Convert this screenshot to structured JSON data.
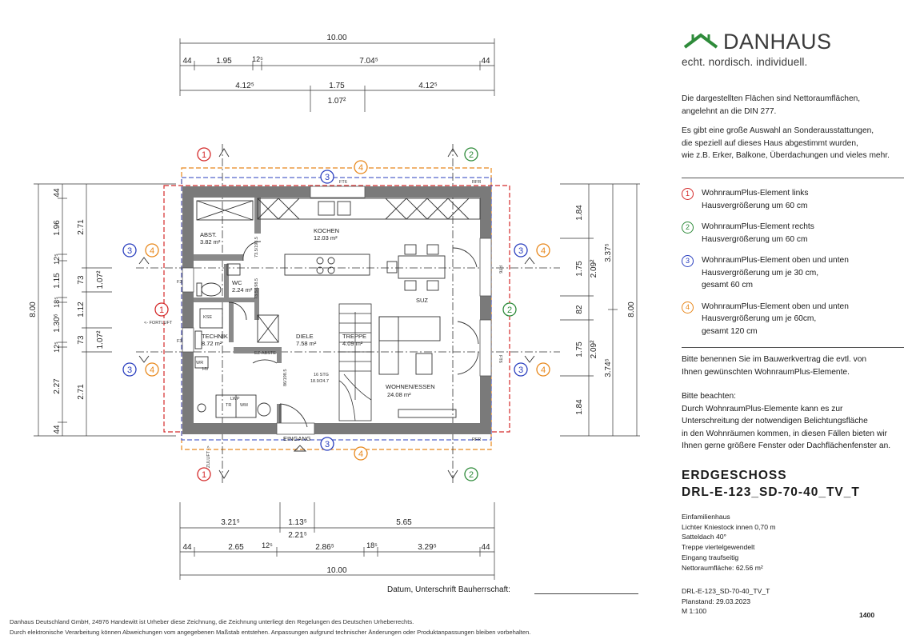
{
  "brand": {
    "name": "DANHAUS",
    "tagline": "echt. nordisch. individuell.",
    "green": "#2e8b3a"
  },
  "notes": {
    "area_note_1": "Die dargestellten Flächen sind Nettoraumflächen,",
    "area_note_2": "angelehnt an die DIN 277.",
    "options_1": "Es gibt eine große Auswahl an Sonderausstattungen,",
    "options_2": "die speziell auf dieses Haus abgestimmt wurden,",
    "options_3": "wie z.B. Erker, Balkone, Überdachungen und vieles mehr."
  },
  "legend": [
    {
      "num": "1",
      "color": "#d42a2a",
      "line1": "WohnraumPlus-Element links",
      "line2": "Hausvergrößerung um 60 cm",
      "line3": ""
    },
    {
      "num": "2",
      "color": "#2e8b3a",
      "line1": "WohnraumPlus-Element rechts",
      "line2": "Hausvergrößerung um 60 cm",
      "line3": ""
    },
    {
      "num": "3",
      "color": "#2a3fbf",
      "line1": "WohnraumPlus-Element oben und unten",
      "line2": "Hausvergrößerung um je 30 cm,",
      "line3": "gesamt 60 cm"
    },
    {
      "num": "4",
      "color": "#e8881c",
      "line1": "WohnraumPlus-Element oben und unten",
      "line2": "Hausvergrößerung um je 60cm,",
      "line3": "gesamt 120 cm"
    }
  ],
  "contract_note_1": "Bitte benennen Sie im Bauwerkvertrag die evtl. von",
  "contract_note_2": "Ihnen gewünschten WohnraumPlus-Elemente.",
  "attention": {
    "l1": "Bitte beachten:",
    "l2": "Durch WohnraumPlus-Elemente kann es zur",
    "l3": "Unterschreitung der notwendigen Belichtungsfläche",
    "l4": "in den Wohnräumen kommen, in diesen Fällen bieten wir",
    "l5": "Ihnen gerne größere Fenster oder Dachflächenfenster an."
  },
  "title": {
    "floor": "ERDGESCHOSS",
    "code": "DRL-E-123_SD-70-40_TV_T"
  },
  "specs": [
    "Einfamilienhaus",
    "Lichter Kniestock innen 0,70 m",
    "Satteldach 40°",
    "Treppe viertelgewendelt",
    "Eingang traufseitig",
    "Nettoraumfläche: 62.56 m²"
  ],
  "plan_info": {
    "code": "DRL-E-123_SD-70-40_TV_T",
    "date": "Planstand: 29.03.2023",
    "scale": "M 1:100",
    "page": "1400"
  },
  "signature_label": "Datum, Unterschrift Bauherrschaft:",
  "footer_1": "Danhaus Deutschland GmbH, 24976 Handewitt ist Urheber diese Zeichnung, die Zeichnung unterliegt den Regelungen des Deutschen Urheberrechts.",
  "footer_2": "Durch elektronische Verarbeitung können Abweichungen vom angegebenen Maßstab entstehen. Anpassungen aufgrund technischer Änderungen oder Produktanpassungen bleiben vorbehalten.",
  "rooms": {
    "abst": "ABST.",
    "abst_area": "3.82 m²",
    "kochen": "KOCHEN",
    "kochen_area": "12.03 m²",
    "wc": "WC",
    "wc_area": "2.24 m²",
    "technik": "TECHNIK",
    "technik_area": "8.72 m²",
    "diele": "DIELE",
    "diele_area": "7.58 m²",
    "treppe": "TREPPE",
    "treppe_area": "4.09 m²",
    "wohnen": "WOHNEN/ESSEN",
    "wohnen_area": "24.08 m²",
    "suz": "SUZ",
    "eingang": "EINGANG",
    "stg": "16 STG",
    "stg_dim": "18.9/24.7",
    "ft6": "FT6",
    "rfr": "RFR",
    "fortluft": "<- FORTLUFT",
    "zuluft": "ZULUFT ->",
    "f3": "F3",
    "lwp": "LWP",
    "wm": "WM",
    "tr": "TR",
    "wr": "WR",
    "hv": "HV",
    "ez": "EZ-ABSTE",
    "kse": "KSE",
    "door_1": "73.5/198.5",
    "door_2": "73.5/198.5",
    "door_3": "86/198.5"
  },
  "dims_top": {
    "total": "10.00",
    "row2": [
      "44",
      "1.95",
      "12⁵",
      "7.04⁵",
      "44"
    ],
    "row3": [
      "4.12⁵",
      "1.75",
      "4.12⁵"
    ],
    "row3b": "1.07²"
  },
  "dims_bottom": {
    "row1": [
      "3.21⁵",
      "1.13⁵",
      "5.65"
    ],
    "row1b": "2.21⁵",
    "row2": [
      "44",
      "2.65",
      "12⁵",
      "2.86⁵",
      "18⁵",
      "3.29⁵",
      "44"
    ],
    "total": "10.00"
  },
  "dims_left": {
    "total": "8.00",
    "outer": [
      "44",
      "1.96",
      "12⁵",
      "1.15",
      "18⁵",
      "1.30⁶",
      "12⁵",
      "2.27",
      "44"
    ],
    "inner": [
      "2.71",
      "73",
      "1.12",
      "73",
      "2.71"
    ],
    "win": [
      "1.07²",
      "1.07²"
    ]
  },
  "dims_right": {
    "total": "8.00",
    "inner": [
      "1.84",
      "1.75",
      "82",
      "1.75",
      "1.84"
    ],
    "outer": [
      "3.37⁵",
      "3.74⁵"
    ],
    "win": [
      "2.09²",
      "2.09²"
    ]
  }
}
